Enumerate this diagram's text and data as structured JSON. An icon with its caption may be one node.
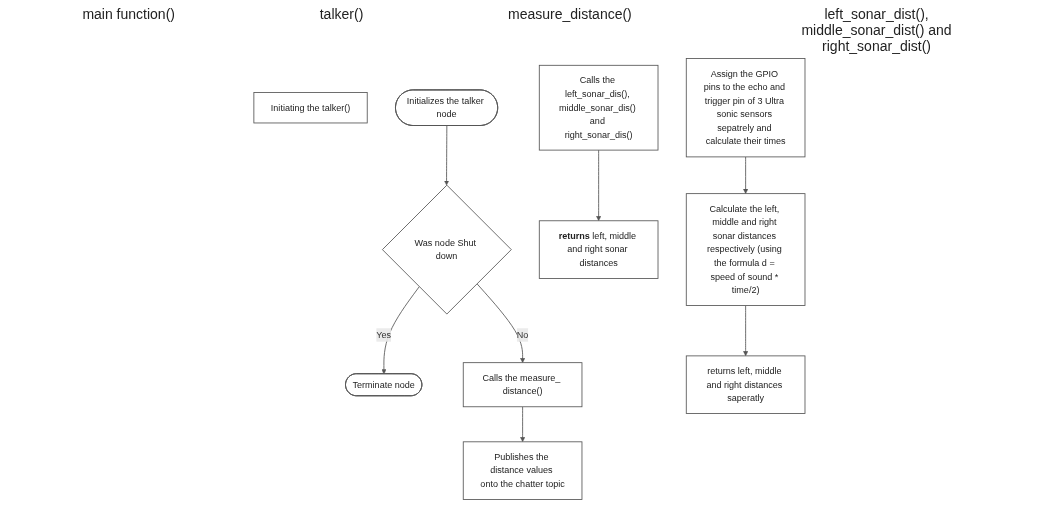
{
  "diagram": {
    "nodes": [
      {
        "text": [
          "Initiating the talker()"
        ]
      },
      {
        "text": [
          "Initializes the talker node"
        ]
      },
      {
        "text": [
          "Was node Shut down"
        ]
      },
      {
        "text": [
          "Terminate node"
        ]
      },
      {
        "text": [
          "Calls the measure_ distance()"
        ]
      },
      {
        "text": [
          "Publishes the distance values onto the chatter topic"
        ]
      },
      {
        "text": [
          "Calls the left_sonar_dis(), middle_sonar_dis() and right_sonar_dis()"
        ]
      },
      {
        "text": [
          "**returns** left, middle and right sonar distances"
        ]
      },
      {
        "text": [
          "Assign the GPIO pins to the echo and trigger pin of 3 Ultra sonic sensors sepatrely and calculate their times"
        ]
      },
      {
        "text": [
          "Calculate the left, middle and right sonar distances respectively (using the formula d = speed of sound * time/2)"
        ]
      },
      {
        "text": [
          "returns left, middle and right distances saperatly"
        ]
      }
    ],
    "edges": [
      {
        "from": 1,
        "to": 2,
        "arrow": "to"
      },
      {
        "from": 2,
        "to": 3,
        "arrow": "to",
        "label": "Yes"
      },
      {
        "from": 2,
        "to": 4,
        "arrow": "to",
        "label": "No"
      },
      {
        "from": 4,
        "to": 5,
        "arrow": "to"
      },
      {
        "from": 6,
        "to": 7,
        "arrow": "to"
      },
      {
        "from": 8,
        "to": 9,
        "arrow": "to"
      },
      {
        "from": 9,
        "to": 10,
        "arrow": "to"
      }
    ],
    "labels": [
      "main function()",
      "talker()",
      "measure_distance()",
      "left_sonar_dist(), middle_sonar_dist() and right_sonar_dist()"
    ]
  }
}
